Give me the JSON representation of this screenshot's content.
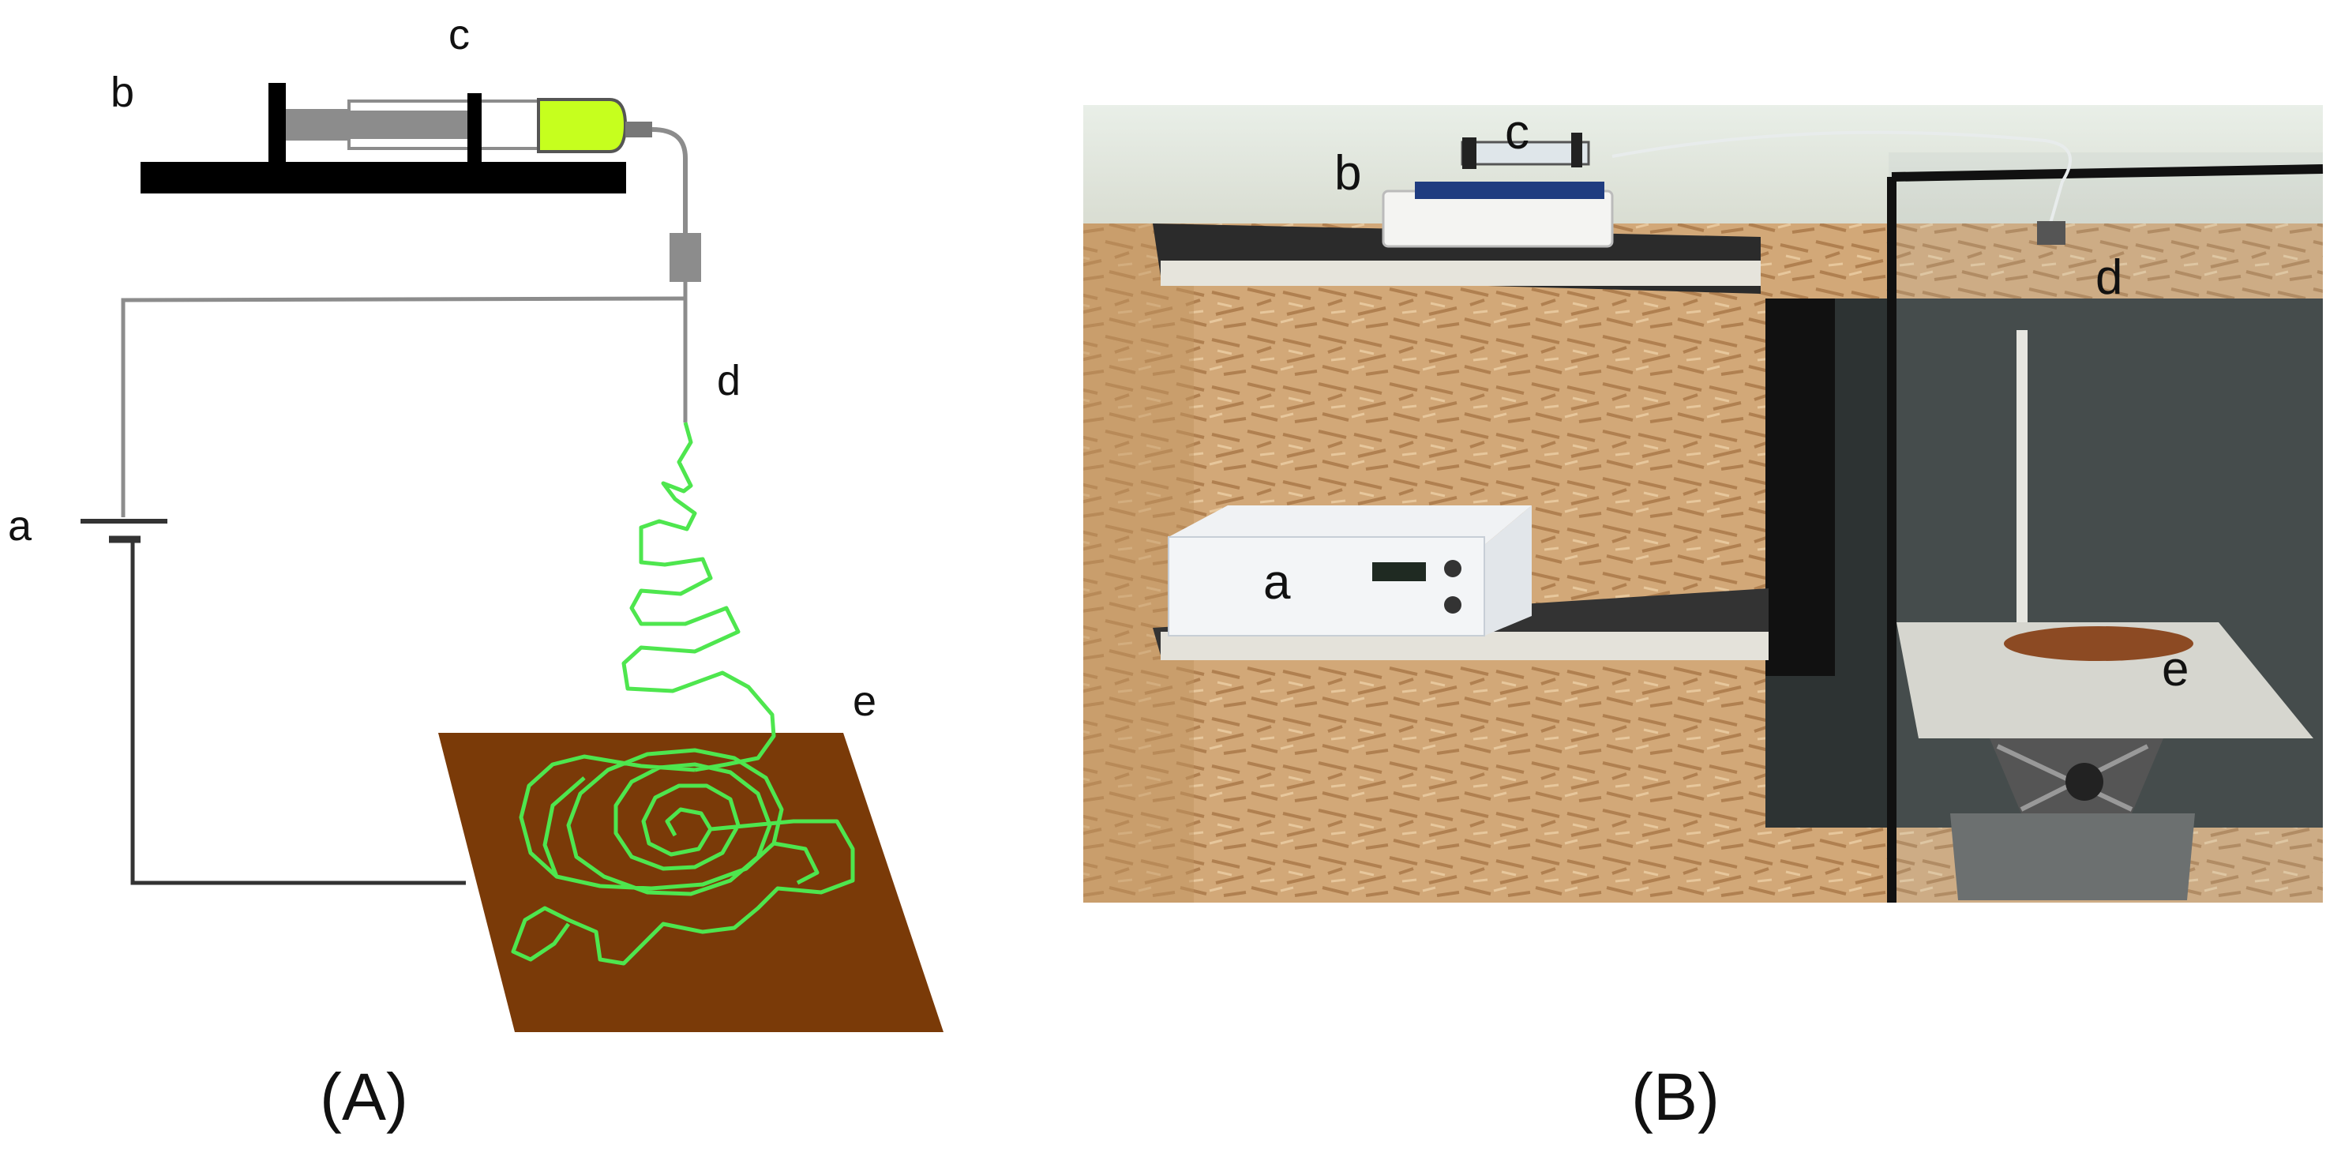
{
  "panel_a": {
    "caption": "(A)",
    "labels": {
      "a": "a",
      "b": "b",
      "c": "c",
      "d": "d",
      "e": "e"
    }
  },
  "panel_b": {
    "caption": "(B)",
    "labels": {
      "a": "a",
      "b": "b",
      "c": "c",
      "d": "d",
      "e": "e"
    }
  },
  "colors": {
    "collector": "#7a3a08",
    "fiber": "#4ee64e",
    "solution": "#c6ff1e",
    "pump_gray": "#8c8c8c",
    "wood": "#d2a878",
    "frame_black": "#111111"
  }
}
